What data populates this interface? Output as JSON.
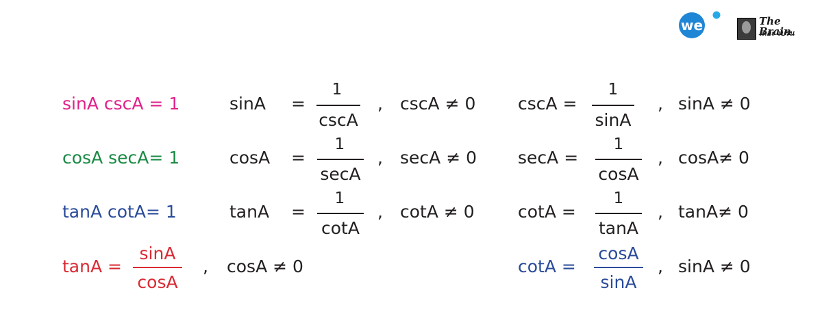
{
  "logos": {
    "we_text": "we",
    "brain_line1": "The Brain",
    "brain_line2": "เดอะ เบรน"
  },
  "identities": [
    {
      "color": "#e0218a",
      "reciprocal": "sinA cscA = 1",
      "left_lhs": "sinA",
      "eq": "=",
      "left_num": "1",
      "left_den": "cscA",
      "comma": ",",
      "left_cond": "cscA ≠ 0",
      "right_lhs": "cscA =",
      "right_num": "1",
      "right_den": "sinA",
      "right_cond": "sinA ≠ 0"
    },
    {
      "color": "#1a8a44",
      "reciprocal": "cosA secA= 1",
      "left_lhs": "cosA",
      "eq": "=",
      "left_num": "1",
      "left_den": "secA",
      "comma": ",",
      "left_cond": "secA ≠ 0",
      "right_lhs": "secA =",
      "right_num": "1",
      "right_den": "cosA",
      "right_cond": "cosA≠ 0"
    },
    {
      "color": "#2a4b9b",
      "reciprocal": "tanA cotA= 1",
      "left_lhs": "tanA",
      "eq": "=",
      "left_num": "1",
      "left_den": "cotA",
      "comma": ",",
      "left_cond": "cotA ≠ 0",
      "right_lhs": "cotA =",
      "right_num": "1",
      "right_den": "tanA",
      "right_cond": "tanA≠ 0"
    }
  ],
  "quotients": {
    "tan": {
      "color": "#d92a34",
      "lhs": "tanA =",
      "num": "sinA",
      "den": "cosA",
      "comma": ",",
      "cond": "cosA ≠ 0"
    },
    "cot": {
      "color": "#2a4b9b",
      "lhs": "cotA =",
      "num": "cosA",
      "den": "sinA",
      "comma": ",",
      "cond": "sinA ≠ 0"
    }
  }
}
